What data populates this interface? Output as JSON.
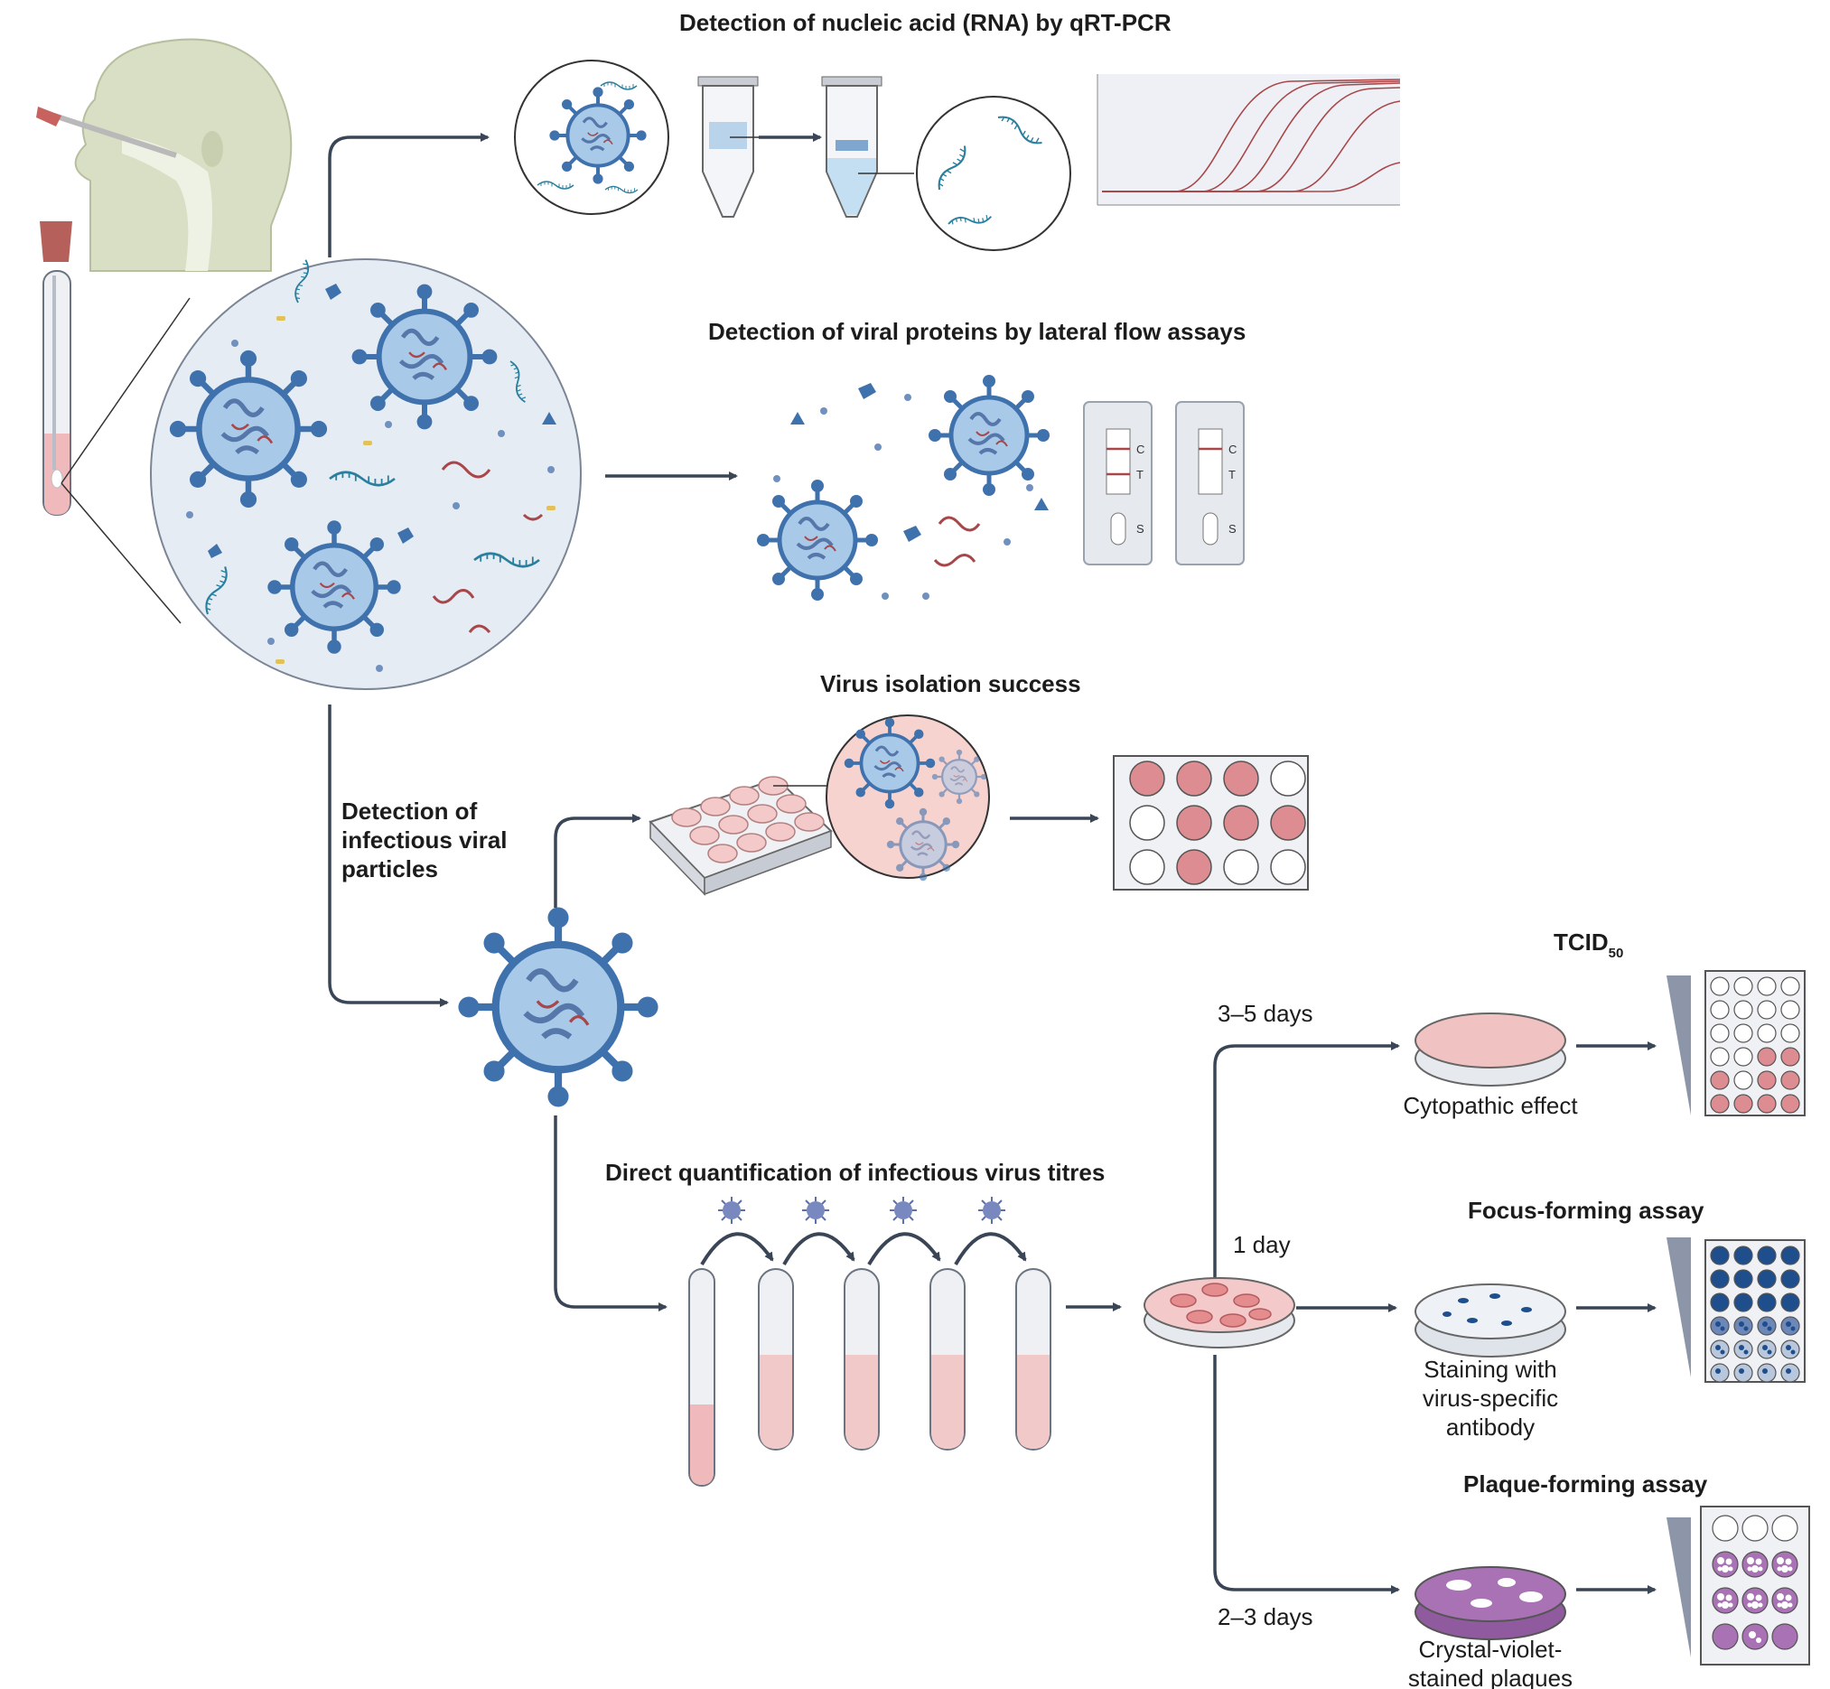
{
  "titles": {
    "rna": "Detection of nucleic acid (RNA) by qRT-PCR",
    "proteins": "Detection of viral proteins by lateral flow assays",
    "isolation": "Virus isolation success",
    "quantification": "Direct quantification of infectious virus titres",
    "infectious_line1": "Detection of",
    "infectious_line2": "infectious viral",
    "infectious_line3": "particles",
    "tcid_main": "TCID",
    "tcid_sub": "50",
    "focus": "Focus-forming assay",
    "plaque": "Plaque-forming assay"
  },
  "durations": {
    "tcid": "3–5 days",
    "focus": "1 day",
    "plaque": "2–3 days"
  },
  "captions": {
    "cytopathic": "Cytopathic effect",
    "staining_line1": "Staining with",
    "staining_line2": "virus-specific",
    "staining_line3": "antibody",
    "crystal_line1": "Crystal-violet-",
    "crystal_line2": "stained plaques"
  },
  "test_strips": {
    "control_letter": "C",
    "test_letter": "T",
    "sample_letter": "S"
  },
  "colors": {
    "virus_blue": "#3f72ad",
    "virus_core": "#a9c9e8",
    "rna_red": "#a8474a",
    "pink_medium": "#f2c9c9",
    "pink_well": "#dd8d91",
    "arrow": "#3a4556",
    "focus_blue": "#1f4e8c",
    "plaque_purple": "#a872b5"
  }
}
